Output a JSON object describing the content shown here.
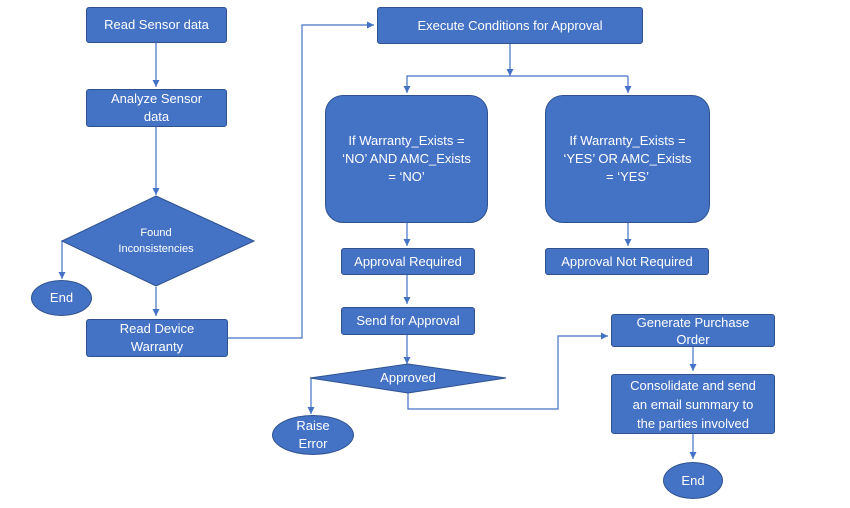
{
  "nodes": {
    "read_sensor": "Read Sensor data",
    "analyze_sensor": "Analyze Sensor data",
    "found_inconsistencies": "Found Inconsistencies",
    "end_left": "End",
    "read_warranty": "Read Device Warranty",
    "execute_conditions": "Execute Conditions for Approval",
    "cond_left": "If Warranty_Exists = ‘NO’ AND AMC_Exists = ‘NO’",
    "cond_right": "If Warranty_Exists = ‘YES’ OR AMC_Exists = ‘YES’",
    "approval_required": "Approval Required",
    "approval_not_required": "Approval Not Required",
    "send_for_approval": "Send for Approval",
    "approved": "Approved",
    "raise_error": "Raise Error",
    "generate_po": "Generate Purchase Order",
    "consolidate": "Consolidate and send an email summary to the parties involved",
    "end_right": "End"
  },
  "colors": {
    "fill": "#4472c4",
    "stroke": "#2f528f",
    "connector": "#4472c4",
    "text": "#ffffff"
  }
}
